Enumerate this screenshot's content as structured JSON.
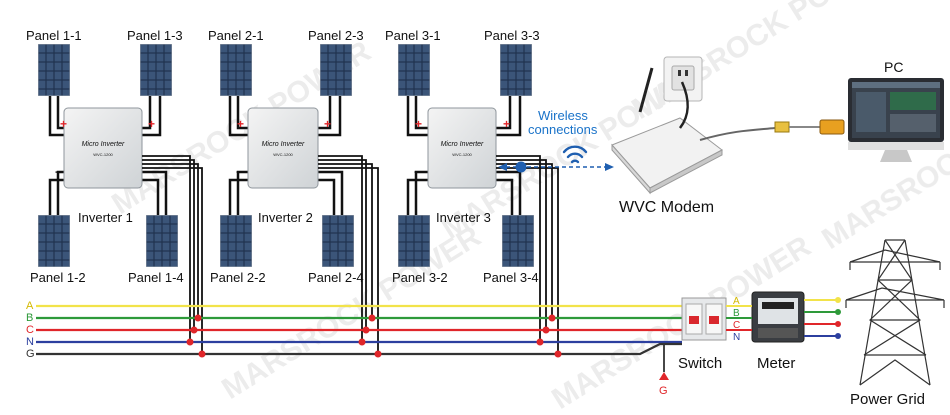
{
  "panels": {
    "p1_1": "Panel 1-1",
    "p1_3": "Panel 1-3",
    "p1_2": "Panel 1-2",
    "p1_4": "Panel 1-4",
    "p2_1": "Panel 2-1",
    "p2_3": "Panel 2-3",
    "p2_2": "Panel 2-2",
    "p2_4": "Panel 2-4",
    "p3_1": "Panel 3-1",
    "p3_3": "Panel 3-3",
    "p3_2": "Panel 3-2",
    "p3_4": "Panel 3-4"
  },
  "inverters": {
    "inv1": "Inverter 1",
    "inv2": "Inverter 2",
    "inv3": "Inverter 3",
    "device_text": "Micro Inverter",
    "model_text": "WVC-1200"
  },
  "wireless": {
    "line1": "Wireless",
    "line2": "connections"
  },
  "modem": {
    "label": "WVC Modem"
  },
  "pc": {
    "label": "PC"
  },
  "switch": {
    "label": "Switch"
  },
  "meter": {
    "label": "Meter"
  },
  "grid": {
    "label": "Power Grid"
  },
  "polarity": {
    "plus": "+",
    "minus": "−"
  },
  "bus_lines": {
    "a": "A",
    "b": "B",
    "c": "C",
    "n": "N",
    "g": "G"
  },
  "ground": {
    "label": "G"
  },
  "watermark": "MARSROCK POWER",
  "colors": {
    "line_a": "#f2e34a",
    "line_b": "#2e9a3a",
    "line_c": "#e0262a",
    "line_n": "#2c3f9f",
    "line_g": "#333333",
    "wifi": "#1f5fb0",
    "wireless_text": "#1a73c9",
    "plus": "#e0262a"
  }
}
